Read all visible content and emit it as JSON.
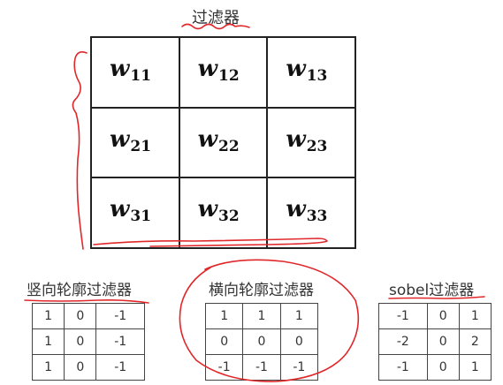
{
  "main": {
    "title": "过滤器",
    "weights": [
      [
        {
          "base": "w",
          "sub": "11"
        },
        {
          "base": "w",
          "sub": "12"
        },
        {
          "base": "w",
          "sub": "13"
        }
      ],
      [
        {
          "base": "w",
          "sub": "21"
        },
        {
          "base": "w",
          "sub": "22"
        },
        {
          "base": "w",
          "sub": "23"
        }
      ],
      [
        {
          "base": "w",
          "sub": "31"
        },
        {
          "base": "w",
          "sub": "32"
        },
        {
          "base": "w",
          "sub": "33"
        }
      ]
    ]
  },
  "kernels": {
    "vertical": {
      "title": "竖向轮廓过滤器",
      "rows": [
        [
          "1",
          "0",
          "-1"
        ],
        [
          "1",
          "0",
          "-1"
        ],
        [
          "1",
          "0",
          "-1"
        ]
      ]
    },
    "horizontal": {
      "title": "横向轮廓过滤器",
      "rows": [
        [
          "1",
          "1",
          "1"
        ],
        [
          "0",
          "0",
          "0"
        ],
        [
          "-1",
          "-1",
          "-1"
        ]
      ]
    },
    "sobel": {
      "title": "sobel过滤器",
      "rows": [
        [
          "-1",
          "0",
          "1"
        ],
        [
          "-2",
          "0",
          "2"
        ],
        [
          "-1",
          "0",
          "1"
        ]
      ]
    }
  },
  "colors": {
    "annotation": "#e0282b",
    "grid": "#222222"
  }
}
